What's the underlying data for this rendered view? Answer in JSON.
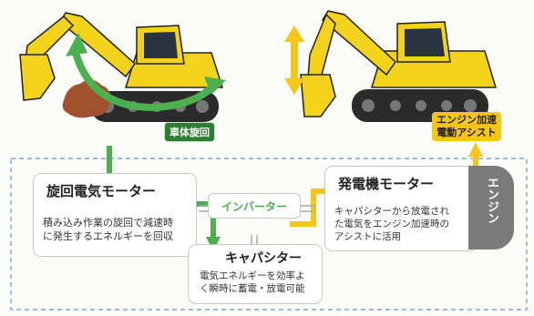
{
  "labels": {
    "swing": "車体旋回",
    "engine_assist_line1": "エンジン加速",
    "engine_assist_line2": "電動アシスト"
  },
  "boxes": {
    "swing_motor": {
      "title": "旋回電気モーター",
      "desc_line1": "積み込み作業の旋回で減速時",
      "desc_line2": "に発生するエネルギーを回収"
    },
    "inverter": {
      "title": "インバーター"
    },
    "capacitor": {
      "title": "キャパシター",
      "desc_line1": "電気エネルギーを効率よ",
      "desc_line2": "く瞬時に蓄電・放電可能"
    },
    "generator_motor": {
      "title": "発電機モーター",
      "desc_line1": "キャパシターから放電され",
      "desc_line2": "た電気をエンジン加速時の",
      "desc_line3": "アシストに活用"
    },
    "engine": {
      "title": "エンジン"
    }
  },
  "colors": {
    "excavator_body": "#f2d21a",
    "swing_arrow": "#4caf50",
    "assist_arrow": "#f5c518",
    "label_green_bg": "#2e7d32",
    "label_yellow_bg": "#f5c518",
    "engine_bg": "#7a7a7a",
    "frame_dash": "#7aaad0"
  }
}
